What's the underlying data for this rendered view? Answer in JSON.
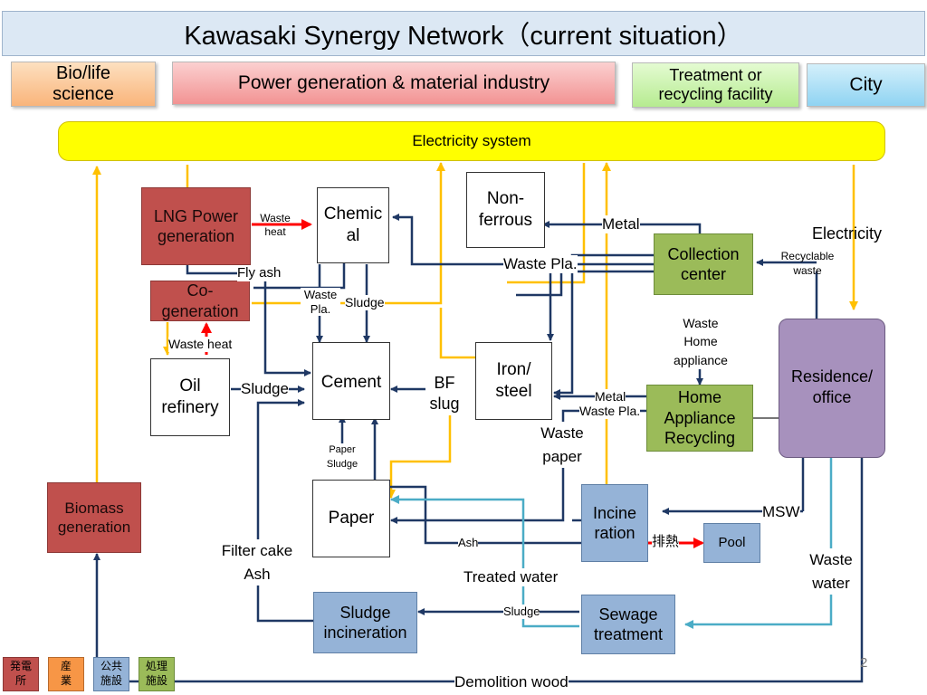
{
  "title": "Kawasaki  Synergy Network（current situation）",
  "legend": {
    "bio": "Bio/life science",
    "power": "Power generation & material industry",
    "treatment": "Treatment or recycling facility",
    "city": "City"
  },
  "electricity_system": "Electricity system",
  "nodes": {
    "lng": "LNG Power generation",
    "cogen": "Co-generation",
    "oil": "Oil refinery",
    "biomass": "Biomass generation",
    "chemical": "Chemic al",
    "cement": "Cement",
    "nonferrous": "Non-ferrous",
    "iron": "Iron/ steel",
    "paper": "Paper",
    "collection": "Collection center",
    "home_appliance": "Home Appliance Recycling",
    "residence": "Residence/ office",
    "incineration": "Incine ration",
    "pool": "Pool",
    "sewage": "Sewage treatment",
    "sludge_incineration": "Sludge incineration"
  },
  "labels": {
    "waste_heat_lng": "Waste heat",
    "fly_ash": "Fly ash",
    "waste_pla_cement": "Waste Pla.",
    "sludge_top": "Sludge",
    "waste_heat_oil": "Waste heat",
    "sludge_oil": "Sludge",
    "bf_slug": "BF slug",
    "metal_top": "Metal",
    "waste_pla_top": "Waste Pla.",
    "recyclable_waste": "Recyclable waste",
    "electricity": "Electricity",
    "waste_home_appliance": "Waste Home appliance",
    "metal_mid": "Metal",
    "waste_pla_mid": "Waste Pla.",
    "waste_paper": "Waste paper",
    "paper_sludge": "Paper Sludge",
    "msw": "MSW",
    "ash": "Ash",
    "haiNetsu": "排熱",
    "filter_cake_ash": "Filter cake Ash",
    "treated_water": "Treated water",
    "waste_water": "Waste water",
    "sludge_bottom": "Sludge",
    "demolition_wood": "Demolition wood"
  },
  "bottom_legend": [
    "発電所",
    "産業",
    "公共施設",
    "処理施設"
  ],
  "page_number": "2",
  "colors": {
    "flow_navy": "#1f3864",
    "flow_yellow": "#ffc000",
    "flow_light_blue": "#4bacc6",
    "flow_red": "#ff0000",
    "legend_orange": "#fcc08a",
    "legend_pink": "#f3a6a6",
    "legend_green": "#c8f0a8",
    "legend_blue": "#a9dcf5",
    "bar_yellow": "#ffff00"
  }
}
